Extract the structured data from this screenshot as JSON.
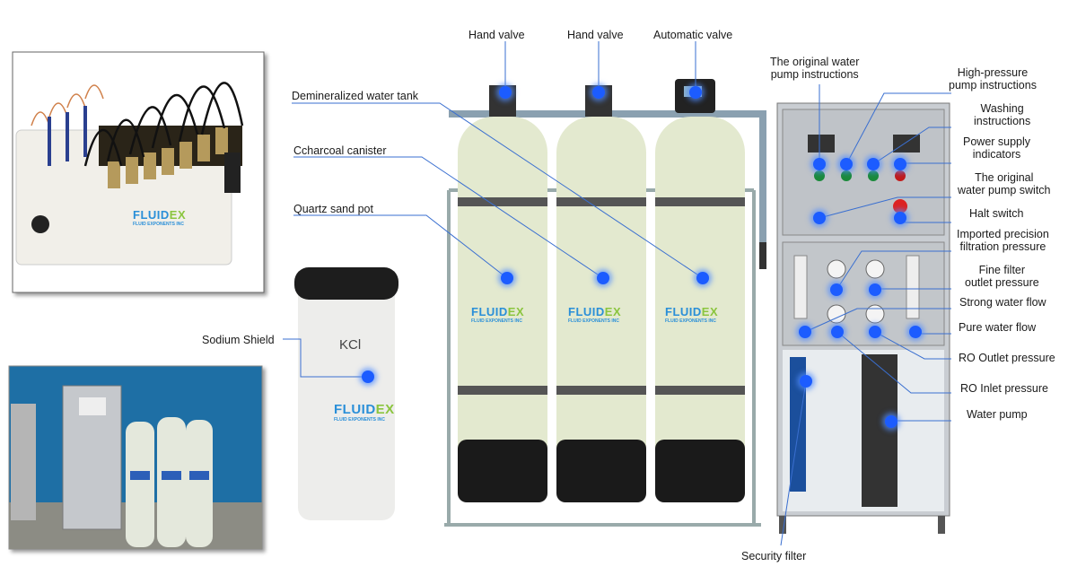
{
  "brand": {
    "name_a": "FLUID",
    "name_b": "EX",
    "tagline": "FLUID EXPONENTS INC"
  },
  "tank_text": "KCl",
  "labels": {
    "hand_valve_1": "Hand valve",
    "hand_valve_2": "Hand valve",
    "automatic_valve": "Automatic valve",
    "demineralized_tank": "Demineralized water tank",
    "charcoal": "Ccharcoal canister",
    "quartz": "Quartz sand pot",
    "sodium": "Sodium Shield",
    "security_filter": "Security filter",
    "orig_pump_instr": [
      "The original water",
      "pump instructions"
    ],
    "hp_pump_instr": [
      "High-pressure",
      "pump instructions"
    ],
    "washing": [
      "Washing",
      "instructions"
    ],
    "power": [
      "Power supply",
      "indicators"
    ],
    "orig_pump_switch": [
      "The original",
      "water pump switch"
    ],
    "halt": "Halt switch",
    "imported": [
      "Imported precision",
      "filtration pressure"
    ],
    "fine_filter": [
      "Fine filter",
      "outlet pressure"
    ],
    "strong_flow": "Strong water flow",
    "pure_flow": "Pure water flow",
    "ro_outlet": "RO Outlet pressure",
    "ro_inlet": "RO Inlet pressure",
    "water_pump": "Water pump"
  },
  "colors": {
    "marker": "#1c5cff",
    "tank": "#e6ecd4",
    "cabinet": "#c9cdd2"
  }
}
